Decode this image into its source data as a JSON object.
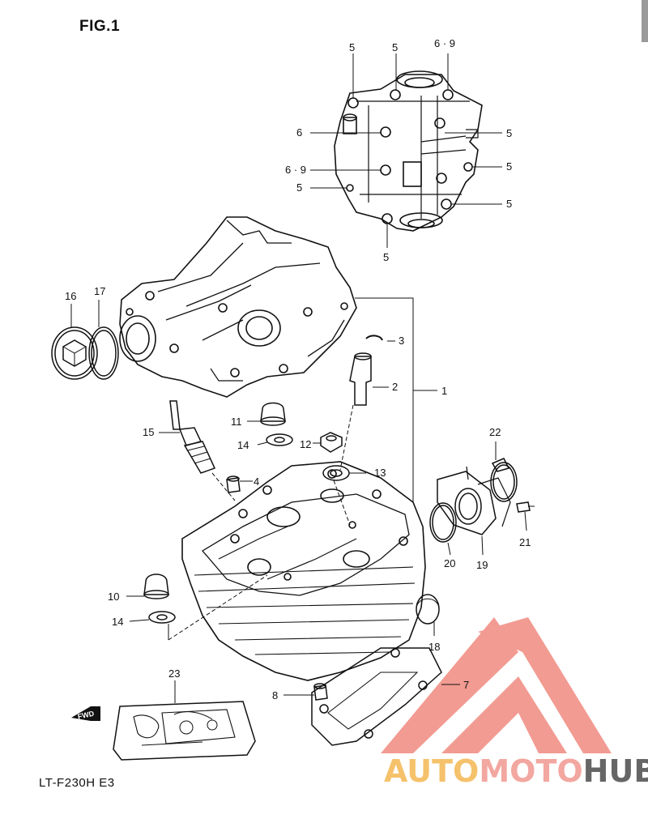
{
  "figure_title": "FIG.1",
  "model_code": "LT-F230H E3",
  "fwd_arrow_text": "FWD",
  "watermark": {
    "part1": "AUTO",
    "part2": "MOTO",
    "part3": "HUB",
    "colors": {
      "part1": "#f5c26b",
      "part2": "#f2a7a0",
      "part3": "#666666",
      "logo": "#f08a80"
    }
  },
  "part_labels": {
    "l1": "1",
    "l2": "2",
    "l3": "3",
    "l4": "4",
    "l5a": "5",
    "l5b": "5",
    "l5c": "5",
    "l5d": "5",
    "l5e": "5",
    "l5f": "5",
    "l5g": "5",
    "l6": "6",
    "l69a": "6 · 9",
    "l69b": "6 · 9",
    "l7": "7",
    "l8": "8",
    "l10": "10",
    "l11": "11",
    "l12": "12",
    "l13": "13",
    "l14a": "14",
    "l14b": "14",
    "l15": "15",
    "l16": "16",
    "l17": "17",
    "l18": "18",
    "l19": "19",
    "l20": "20",
    "l21": "21",
    "l22": "22",
    "l23": "23"
  }
}
